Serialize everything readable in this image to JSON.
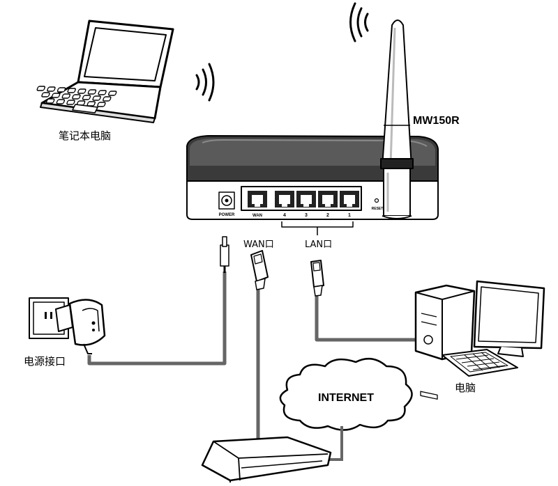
{
  "labels": {
    "laptop": "笔记本电脑",
    "model": "MW150R",
    "wan": "WAN口",
    "lan": "LAN口",
    "power_socket": "电源接口",
    "desktop": "电脑",
    "internet": "INTERNET"
  },
  "router_ports": {
    "power": "POWER",
    "wan": "WAN",
    "lan": [
      "4",
      "3",
      "2",
      "1"
    ],
    "reset": "RESET"
  },
  "colors": {
    "line": "#000000",
    "cable": "#666666",
    "router_top": "#3a3a3a",
    "background": "#ffffff"
  }
}
